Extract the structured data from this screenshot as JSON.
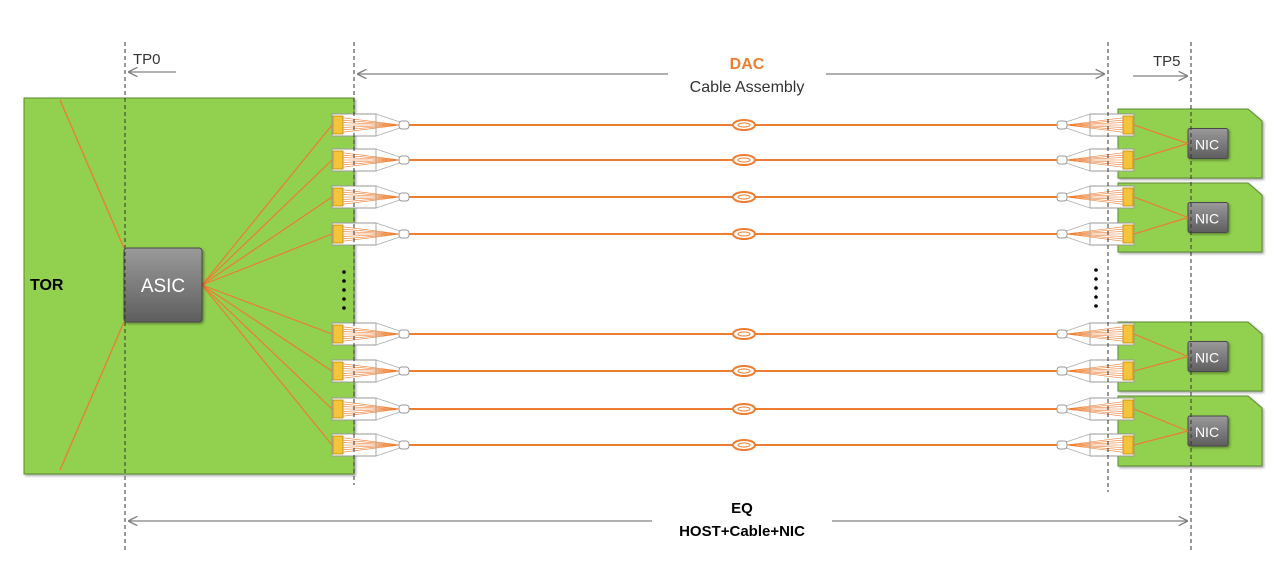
{
  "labels": {
    "tp0": "TP0",
    "tp5": "TP5",
    "dac_title": "DAC",
    "dac_subtitle": "Cable Assembly",
    "tor": "TOR",
    "asic": "ASIC",
    "nic": "NIC",
    "eq_title": "EQ",
    "eq_subtitle": "HOST+Cable+NIC"
  },
  "colors": {
    "board_green": "#92d050",
    "cable_orange": "#ed7d31",
    "dac_text": "#ed7d31",
    "chip_gray": "#7f7f7f",
    "connector_gold": "#f5c43a",
    "line_gray": "#808080"
  },
  "link_count_top": 4,
  "link_count_bottom": 4,
  "nic_count": 4
}
